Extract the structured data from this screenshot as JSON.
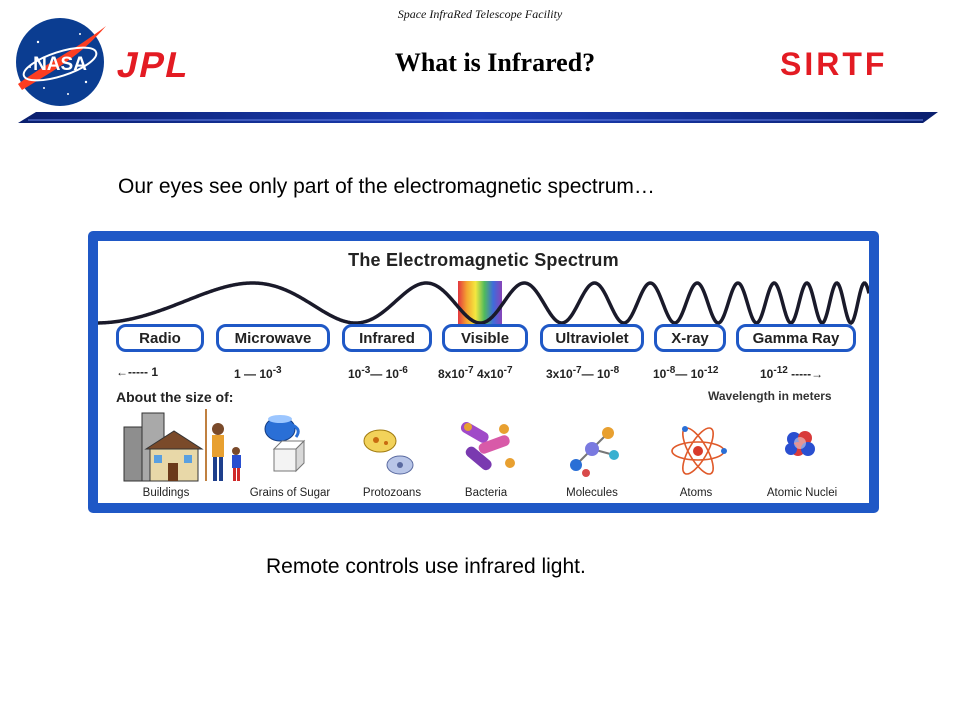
{
  "header": {
    "subtitle": "Space InfraRed Telescope Facility",
    "title": "What is Infrared?",
    "logos": {
      "left_1": "NASA",
      "left_2": "JPL",
      "right": "SIRTF"
    }
  },
  "lead_text": "Our eyes see only part of the electromagnetic spectrum…",
  "diagram": {
    "title": "The Electromagnetic Spectrum",
    "bands": [
      {
        "label": "Radio",
        "wavelength": "1"
      },
      {
        "label": "Microwave",
        "wavelength": "1 — 10^-3"
      },
      {
        "label": "Infrared",
        "wavelength": "10^-3 — 10^-6"
      },
      {
        "label": "Visible",
        "wavelength": "8x10^-7 4x10^-7"
      },
      {
        "label": "Ultraviolet",
        "wavelength": "3x10^-7 — 10^-8"
      },
      {
        "label": "X-ray",
        "wavelength": "10^-8 — 10^-12"
      },
      {
        "label": "Gamma Ray",
        "wavelength": "10^-12"
      }
    ],
    "about_label": "About the size of:",
    "wavelength_caption": "Wavelength in meters",
    "objects": [
      "Buildings",
      "Grains of Sugar",
      "Protozoans",
      "Bacteria",
      "Molecules",
      "Atoms",
      "Atomic Nuclei"
    ],
    "colors": {
      "frame": "#1f58c6",
      "wave": "#1a1a2a"
    }
  },
  "remote_text": "Remote controls use infrared light."
}
